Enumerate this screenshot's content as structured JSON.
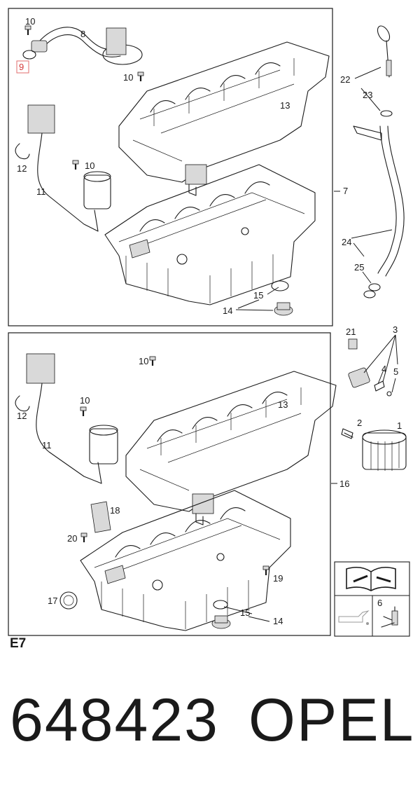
{
  "diagram": {
    "code": "E7",
    "part_number": "648423",
    "brand": "OPEL",
    "top_labels": [
      "10",
      "8",
      "9",
      "10",
      "13",
      "12",
      "10",
      "11",
      "7",
      "15",
      "14"
    ],
    "bottom_labels": [
      "10",
      "13",
      "12",
      "10",
      "11",
      "16",
      "18",
      "20",
      "19",
      "17",
      "15",
      "14"
    ],
    "side_labels": [
      "22",
      "23",
      "24",
      "25",
      "21",
      "3",
      "4",
      "5",
      "2",
      "1",
      "6"
    ],
    "highlighted": "9"
  }
}
